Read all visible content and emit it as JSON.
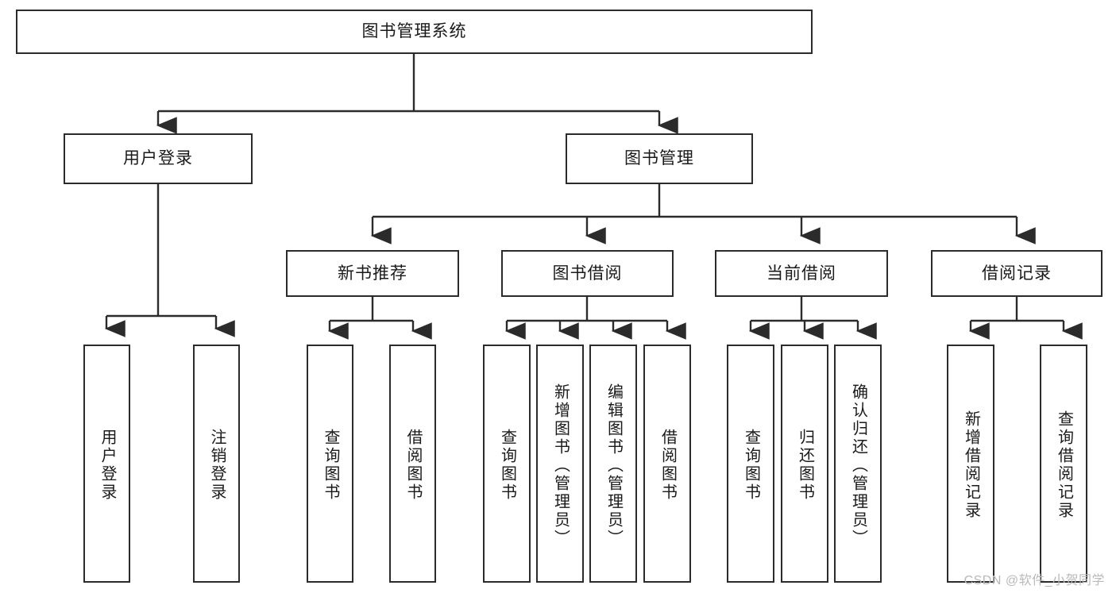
{
  "diagram": {
    "title": "图书管理系统",
    "type": "tree-hierarchy-chart",
    "colors": {
      "box_border": "#2b2b2b",
      "box_fill": "#ffffff",
      "connector": "#2b2b2b",
      "text": "#1a1a1a",
      "watermark": "#b9b9b9",
      "background": "#ffffff"
    },
    "root": {
      "label": "图书管理系统"
    },
    "level2": [
      {
        "label": "用户登录"
      },
      {
        "label": "图书管理"
      }
    ],
    "level3": [
      {
        "label": "新书推荐"
      },
      {
        "label": "图书借阅"
      },
      {
        "label": "当前借阅"
      },
      {
        "label": "借阅记录"
      }
    ],
    "leaves": {
      "user_login": [
        {
          "label": "用户登录"
        },
        {
          "label": "注销登录"
        }
      ],
      "new_book": [
        {
          "label": "查询图书"
        },
        {
          "label": "借阅图书"
        }
      ],
      "book_borrow": [
        {
          "label": "查询图书"
        },
        {
          "label": "新增图书（管理员）"
        },
        {
          "label": "编辑图书（管理员）"
        },
        {
          "label": "借阅图书"
        }
      ],
      "current_borrow": [
        {
          "label": "查询图书"
        },
        {
          "label": "归还图书"
        },
        {
          "label": "确认归还（管理员）"
        }
      ],
      "borrow_record": [
        {
          "label": "新增借阅记录"
        },
        {
          "label": "查询借阅记录"
        }
      ]
    },
    "watermark": "CSDN @软件_小贺同学"
  }
}
